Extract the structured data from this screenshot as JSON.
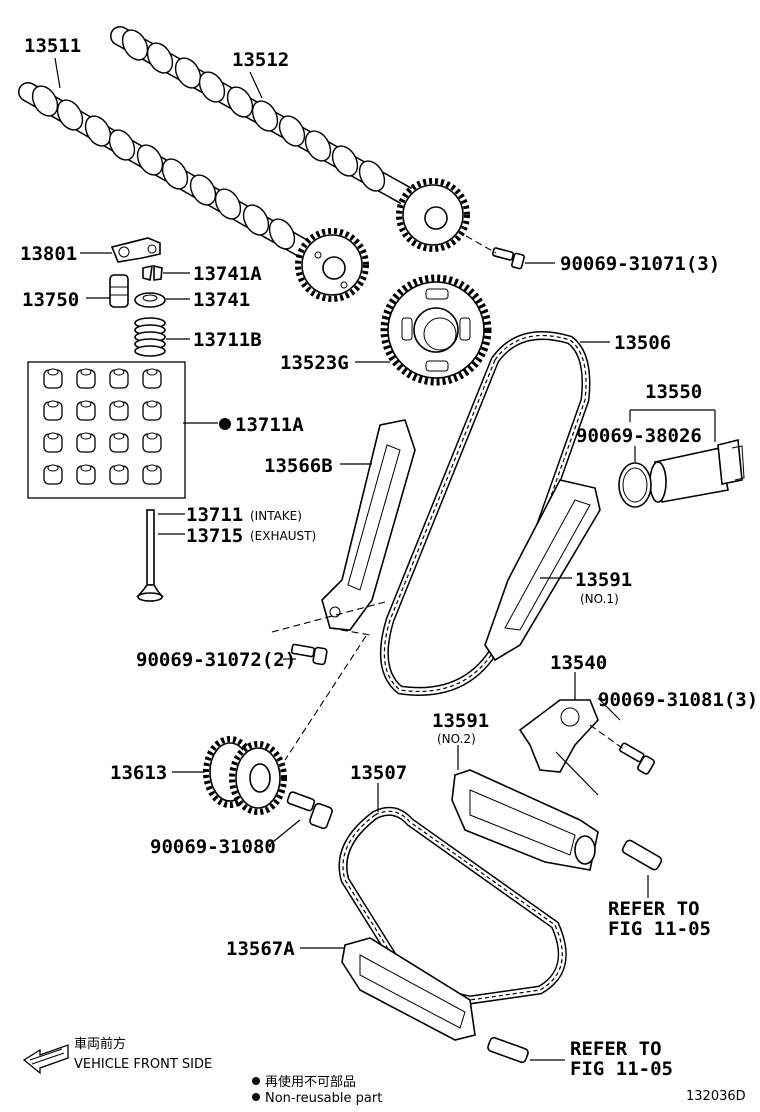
{
  "labels": {
    "p13511": "13511",
    "p13512": "13512",
    "p13801": "13801",
    "p13741a": "13741A",
    "p13750": "13750",
    "p13741": "13741",
    "p13711b": "13711B",
    "p13711a": "13711A",
    "p13711": "13711",
    "p13711_note": "(INTAKE)",
    "p13715": "13715",
    "p13715_note": "(EXHAUST)",
    "b31071": "90069-31071(3)",
    "p13506": "13506",
    "p13523g": "13523G",
    "p13550": "13550",
    "b38026": "90069-38026",
    "p13566b": "13566B",
    "p13591_1": "13591",
    "p13591_1_note": "(NO.1)",
    "b31072": "90069-31072(2)",
    "p13540": "13540",
    "b31081": "90069-31081(3)",
    "p13591_2": "13591",
    "p13591_2_note": "(NO.2)",
    "p13507": "13507",
    "p13613": "13613",
    "b31080": "90069-31080",
    "refer1_line1": "REFER TO",
    "refer1_line2": "FIG 11-05",
    "p13567a": "13567A",
    "refer2_line1": "REFER TO",
    "refer2_line2": "FIG 11-05"
  },
  "legend": {
    "front_jp": "車両前方",
    "front_en": "VEHICLE FRONT SIDE",
    "nonreuse_jp": "再使用不可部品",
    "nonreuse_en": "Non-reusable part"
  },
  "figure_id": "132036D"
}
